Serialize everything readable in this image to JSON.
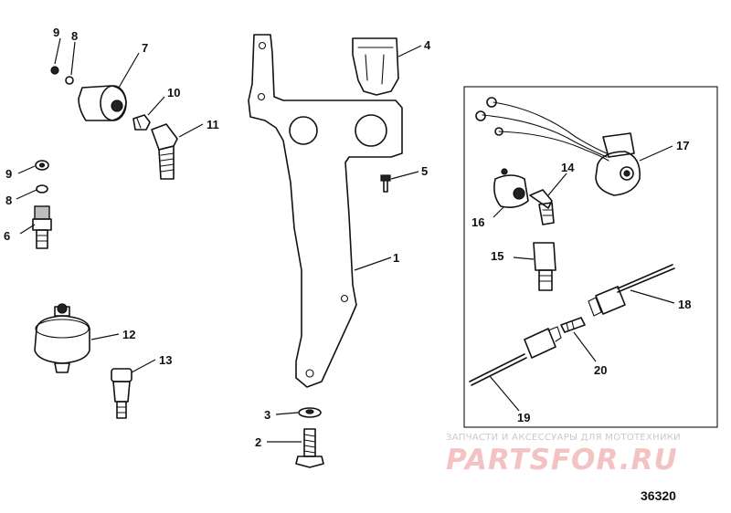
{
  "callouts": {
    "c1": "1",
    "c2": "2",
    "c3": "3",
    "c4": "4",
    "c5": "5",
    "c6": "6",
    "c7": "7",
    "c8a": "8",
    "c8b": "8",
    "c9a": "9",
    "c9b": "9",
    "c10": "10",
    "c11": "11",
    "c12": "12",
    "c13": "13",
    "c14": "14",
    "c15": "15",
    "c16": "16",
    "c17": "17",
    "c18": "18",
    "c19": "19",
    "c20": "20"
  },
  "figure_number": "36320",
  "watermark": {
    "subtitle": "ЗАПЧАСТИ И АКСЕССУАРЫ ДЛЯ МОТОТЕХНИКИ",
    "brand": "PARTSFOR.RU",
    "color": "#e88a8a"
  },
  "colors": {
    "line": "#111111",
    "fill_dark": "#222222",
    "fill_grey": "#bdbdbd"
  }
}
